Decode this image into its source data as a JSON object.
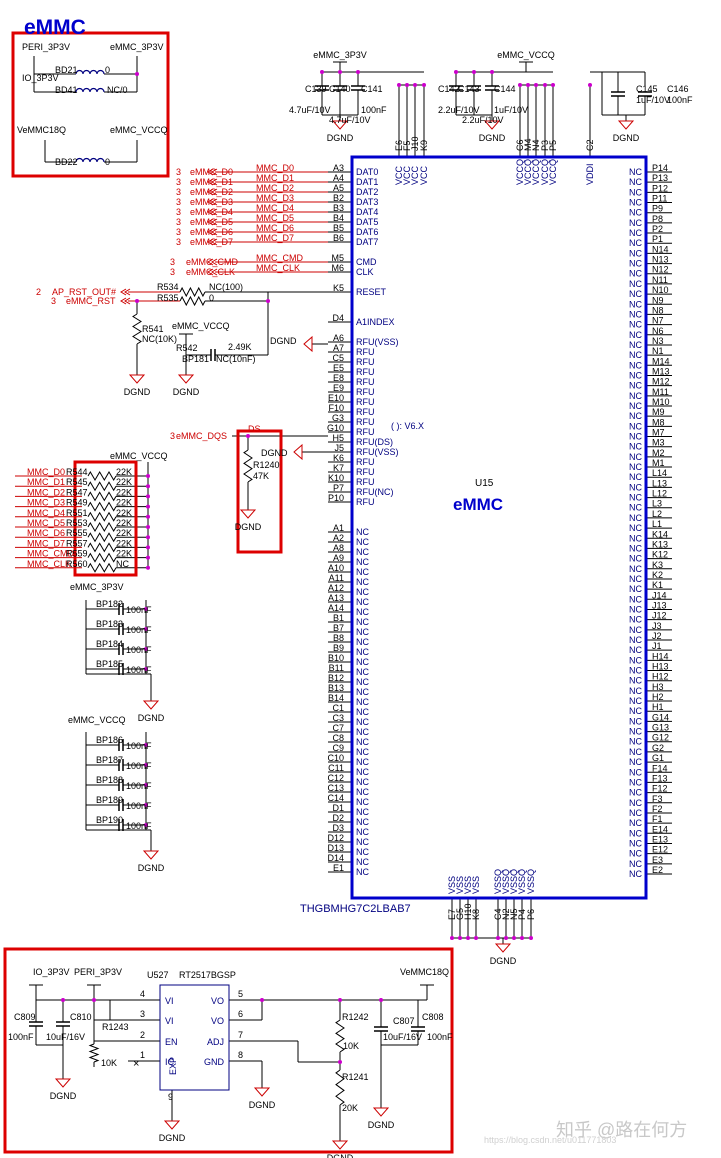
{
  "title": "eMMC",
  "colors": {
    "wire": "#000000",
    "signal": "#cc0000",
    "chip_border": "#0000cc",
    "pin_text": "#000080",
    "dot": "#cc00cc",
    "highlight_box": "#dd0000"
  },
  "power_select": {
    "nets": [
      "PERI_3P3V",
      "eMMC_3P3V",
      "IO_3P3V",
      "VeMMC18Q",
      "eMMC_VCCQ"
    ],
    "beads": [
      {
        "ref": "BD21",
        "val": "0"
      },
      {
        "ref": "BD41",
        "val": "NC/0"
      },
      {
        "ref": "BD22",
        "val": "0"
      }
    ]
  },
  "top_caps": {
    "vcc_net": "eMMC_3P3V",
    "vccq_net": "eMMC_VCCQ",
    "vcc_refs": [
      "C139",
      "C140",
      "C141"
    ],
    "vcc_vals": [
      "4.7uF/10V",
      "4.7uF/10V",
      "100nF"
    ],
    "vccq_refs": [
      "C142",
      "C143",
      "C144"
    ],
    "vccq_vals": [
      "2.2uF/10V",
      "2.2uF/10V",
      "1uF/10V"
    ],
    "vdd_refs": [
      "C145",
      "C146"
    ],
    "vdd_vals": [
      "1uF/10V",
      "100nF"
    ],
    "dgnd": "DGND"
  },
  "chip": {
    "ref": "U15",
    "name": "eMMC",
    "part": "THGBMHG7C2LBAB7",
    "note": "( ): V6.X",
    "top_pins": [
      "E6",
      "F5",
      "J10",
      "K9",
      "C6",
      "M4",
      "N4",
      "P3",
      "P5",
      "C2"
    ],
    "top_pin_names": [
      "VCC",
      "VCC",
      "VCC",
      "VCC",
      "VCCQ",
      "VCCQ",
      "VCCQ",
      "VCCQ",
      "VCCQ",
      "VDDI"
    ],
    "bottom_pins": [
      "E7",
      "G5",
      "H10",
      "K8",
      "C4",
      "N2",
      "N5",
      "P4",
      "P6"
    ],
    "bottom_pin_names": [
      "VSS",
      "VSS",
      "VSS",
      "VSS",
      "VSSQ",
      "VSSQ",
      "VSSQ",
      "VSSQ",
      "VSSQ"
    ],
    "left_pins": [
      {
        "num": "A3",
        "name": "DAT0"
      },
      {
        "num": "A4",
        "name": "DAT1"
      },
      {
        "num": "A5",
        "name": "DAT2"
      },
      {
        "num": "B2",
        "name": "DAT3"
      },
      {
        "num": "B3",
        "name": "DAT4"
      },
      {
        "num": "B4",
        "name": "DAT5"
      },
      {
        "num": "B5",
        "name": "DAT6"
      },
      {
        "num": "B6",
        "name": "DAT7"
      },
      {
        "num": "",
        "name": ""
      },
      {
        "num": "M5",
        "name": "CMD"
      },
      {
        "num": "M6",
        "name": "CLK"
      },
      {
        "num": "",
        "name": ""
      },
      {
        "num": "K5",
        "name": "RESET"
      },
      {
        "num": "",
        "name": ""
      },
      {
        "num": "",
        "name": ""
      },
      {
        "num": "D4",
        "name": "A1INDEX"
      },
      {
        "num": "",
        "name": ""
      },
      {
        "num": "A6",
        "name": "RFU(VSS)"
      },
      {
        "num": "A7",
        "name": "RFU"
      },
      {
        "num": "C5",
        "name": "RFU"
      },
      {
        "num": "E5",
        "name": "RFU"
      },
      {
        "num": "E8",
        "name": "RFU"
      },
      {
        "num": "E9",
        "name": "RFU"
      },
      {
        "num": "E10",
        "name": "RFU"
      },
      {
        "num": "F10",
        "name": "RFU"
      },
      {
        "num": "G3",
        "name": "RFU"
      },
      {
        "num": "G10",
        "name": "RFU"
      },
      {
        "num": "H5",
        "name": "RFU(DS)"
      },
      {
        "num": "J5",
        "name": "RFU(VSS)"
      },
      {
        "num": "K6",
        "name": "RFU"
      },
      {
        "num": "K7",
        "name": "RFU"
      },
      {
        "num": "K10",
        "name": "RFU"
      },
      {
        "num": "P7",
        "name": "RFU(NC)"
      },
      {
        "num": "P10",
        "name": "RFU"
      },
      {
        "num": "",
        "name": ""
      },
      {
        "num": "",
        "name": ""
      },
      {
        "num": "A1",
        "name": "NC"
      },
      {
        "num": "A2",
        "name": "NC"
      },
      {
        "num": "A8",
        "name": "NC"
      },
      {
        "num": "A9",
        "name": "NC"
      },
      {
        "num": "A10",
        "name": "NC"
      },
      {
        "num": "A11",
        "name": "NC"
      },
      {
        "num": "A12",
        "name": "NC"
      },
      {
        "num": "A13",
        "name": "NC"
      },
      {
        "num": "A14",
        "name": "NC"
      },
      {
        "num": "B1",
        "name": "NC"
      },
      {
        "num": "B7",
        "name": "NC"
      },
      {
        "num": "B8",
        "name": "NC"
      },
      {
        "num": "B9",
        "name": "NC"
      },
      {
        "num": "B10",
        "name": "NC"
      },
      {
        "num": "B11",
        "name": "NC"
      },
      {
        "num": "B12",
        "name": "NC"
      },
      {
        "num": "B13",
        "name": "NC"
      },
      {
        "num": "B14",
        "name": "NC"
      },
      {
        "num": "C1",
        "name": "NC"
      },
      {
        "num": "C3",
        "name": "NC"
      },
      {
        "num": "C7",
        "name": "NC"
      },
      {
        "num": "C8",
        "name": "NC"
      },
      {
        "num": "C9",
        "name": "NC"
      },
      {
        "num": "C10",
        "name": "NC"
      },
      {
        "num": "C11",
        "name": "NC"
      },
      {
        "num": "C12",
        "name": "NC"
      },
      {
        "num": "C13",
        "name": "NC"
      },
      {
        "num": "C14",
        "name": "NC"
      },
      {
        "num": "D1",
        "name": "NC"
      },
      {
        "num": "D2",
        "name": "NC"
      },
      {
        "num": "D3",
        "name": "NC"
      },
      {
        "num": "D12",
        "name": "NC"
      },
      {
        "num": "D13",
        "name": "NC"
      },
      {
        "num": "D14",
        "name": "NC"
      },
      {
        "num": "E1",
        "name": "NC"
      }
    ],
    "right_pins": [
      "P14",
      "P13",
      "P12",
      "P11",
      "P9",
      "P8",
      "P2",
      "P1",
      "N14",
      "N13",
      "N12",
      "N11",
      "N10",
      "N9",
      "N8",
      "N7",
      "N6",
      "N3",
      "N1",
      "M14",
      "M13",
      "M12",
      "M11",
      "M10",
      "M9",
      "M8",
      "M7",
      "M3",
      "M2",
      "M1",
      "L14",
      "L13",
      "L12",
      "L3",
      "L2",
      "L1",
      "K14",
      "K13",
      "K12",
      "K3",
      "K2",
      "K1",
      "J14",
      "J13",
      "J12",
      "J3",
      "J2",
      "J1",
      "H14",
      "H13",
      "H12",
      "H3",
      "H2",
      "H1",
      "G14",
      "G13",
      "G12",
      "G2",
      "G1",
      "F14",
      "F13",
      "F12",
      "F3",
      "F2",
      "F1",
      "E14",
      "E13",
      "E12",
      "E3",
      "E2"
    ],
    "right_pin_name": "NC"
  },
  "left_signals": {
    "data": [
      {
        "sheet": "3",
        "port": "eMMC_D0",
        "net": "MMC_D0"
      },
      {
        "sheet": "3",
        "port": "eMMC_D1",
        "net": "MMC_D1"
      },
      {
        "sheet": "3",
        "port": "eMMC_D2",
        "net": "MMC_D2"
      },
      {
        "sheet": "3",
        "port": "eMMC_D3",
        "net": "MMC_D3"
      },
      {
        "sheet": "3",
        "port": "eMMC_D4",
        "net": "MMC_D4"
      },
      {
        "sheet": "3",
        "port": "eMMC_D5",
        "net": "MMC_D5"
      },
      {
        "sheet": "3",
        "port": "eMMC_D6",
        "net": "MMC_D6"
      },
      {
        "sheet": "3",
        "port": "eMMC_D7",
        "net": "MMC_D7"
      }
    ],
    "ctrl": [
      {
        "sheet": "3",
        "port": "eMMC_CMD",
        "net": "MMC_CMD"
      },
      {
        "sheet": "3",
        "port": "eMMC_CLK",
        "net": "MMC_CLK"
      }
    ],
    "reset": [
      {
        "sheet": "2",
        "port": "AP_RST_OUT#"
      },
      {
        "sheet": "3",
        "port": "eMMC_RST"
      }
    ],
    "reset_parts": {
      "r534": "R534",
      "r534_val": "NC(100)",
      "r535": "R535",
      "r535_val": "0",
      "r541": "R541",
      "r541_val": "NC(10K)",
      "r542": "R542",
      "r542_val": "2.49K",
      "bp181": "BP181",
      "bp181_val": "NC(10nF)",
      "vccq": "eMMC_VCCQ",
      "dgnd": "DGND"
    },
    "dqs": {
      "sheet": "3",
      "port": "eMMC_DQS",
      "net": "DS",
      "r": "R1240",
      "r_val": "47K",
      "dgnd": "DGND"
    },
    "j5_gnd": "DGND"
  },
  "pullups": {
    "net": "eMMC_VCCQ",
    "rows": [
      {
        "sig": "MMC_D0",
        "ref": "R544",
        "val": "22K"
      },
      {
        "sig": "MMC_D1",
        "ref": "R545",
        "val": "22K"
      },
      {
        "sig": "MMC_D2",
        "ref": "R547",
        "val": "22K"
      },
      {
        "sig": "MMC_D3",
        "ref": "R549",
        "val": "22K"
      },
      {
        "sig": "MMC_D4",
        "ref": "R551",
        "val": "22K"
      },
      {
        "sig": "MMC_D5",
        "ref": "R553",
        "val": "22K"
      },
      {
        "sig": "MMC_D6",
        "ref": "R555",
        "val": "22K"
      },
      {
        "sig": "MMC_D7",
        "ref": "R557",
        "val": "22K"
      },
      {
        "sig": "MMC_CMD",
        "ref": "R559",
        "val": "22K"
      },
      {
        "sig": "MMC_CLK",
        "ref": "R560",
        "val": "NC"
      }
    ]
  },
  "decoupling": {
    "group1_net": "eMMC_3P3V",
    "group1": [
      {
        "ref": "BP182",
        "val": "100nF"
      },
      {
        "ref": "BP183",
        "val": "100nF"
      },
      {
        "ref": "BP184",
        "val": "100nF"
      },
      {
        "ref": "BP185",
        "val": "100nF"
      }
    ],
    "group2_net": "eMMC_VCCQ",
    "group2": [
      {
        "ref": "BP186",
        "val": "100nF"
      },
      {
        "ref": "BP187",
        "val": "100nF"
      },
      {
        "ref": "BP188",
        "val": "100nF"
      },
      {
        "ref": "BP189",
        "val": "100nF"
      },
      {
        "ref": "BP190",
        "val": "100nF"
      }
    ],
    "dgnd": "DGND"
  },
  "regulator": {
    "ref": "U527",
    "part": "RT2517BGSP",
    "in_nets": [
      "IO_3P3V",
      "PERI_3P3V"
    ],
    "out_net": "VeMMC18Q",
    "pins_left": [
      {
        "num": "4",
        "name": "VI"
      },
      {
        "num": "3",
        "name": "VI"
      },
      {
        "num": "2",
        "name": "EN"
      },
      {
        "num": "1",
        "name": "IC"
      }
    ],
    "pins_right": [
      {
        "num": "5",
        "name": "VO"
      },
      {
        "num": "6",
        "name": "VO"
      },
      {
        "num": "7",
        "name": "ADJ"
      },
      {
        "num": "8",
        "name": "GND"
      }
    ],
    "exp": "EXP",
    "exp_pin": "9",
    "c809": "C809",
    "c809_val": "100nF",
    "c810": "C810",
    "c810_val": "10uF/16V",
    "r1243": "R1243",
    "r1243_val": "10K",
    "r1242": "R1242",
    "r1242_val": "10K",
    "r1241": "R1241",
    "r1241_val": "20K",
    "c807": "C807",
    "c807_val": "10uF/16V",
    "c808": "C808",
    "c808_val": "100nF",
    "dgnd": "DGND"
  },
  "watermark": "知乎 @路在何方",
  "watermark_url": "https://blog.csdn.net/u011771803"
}
